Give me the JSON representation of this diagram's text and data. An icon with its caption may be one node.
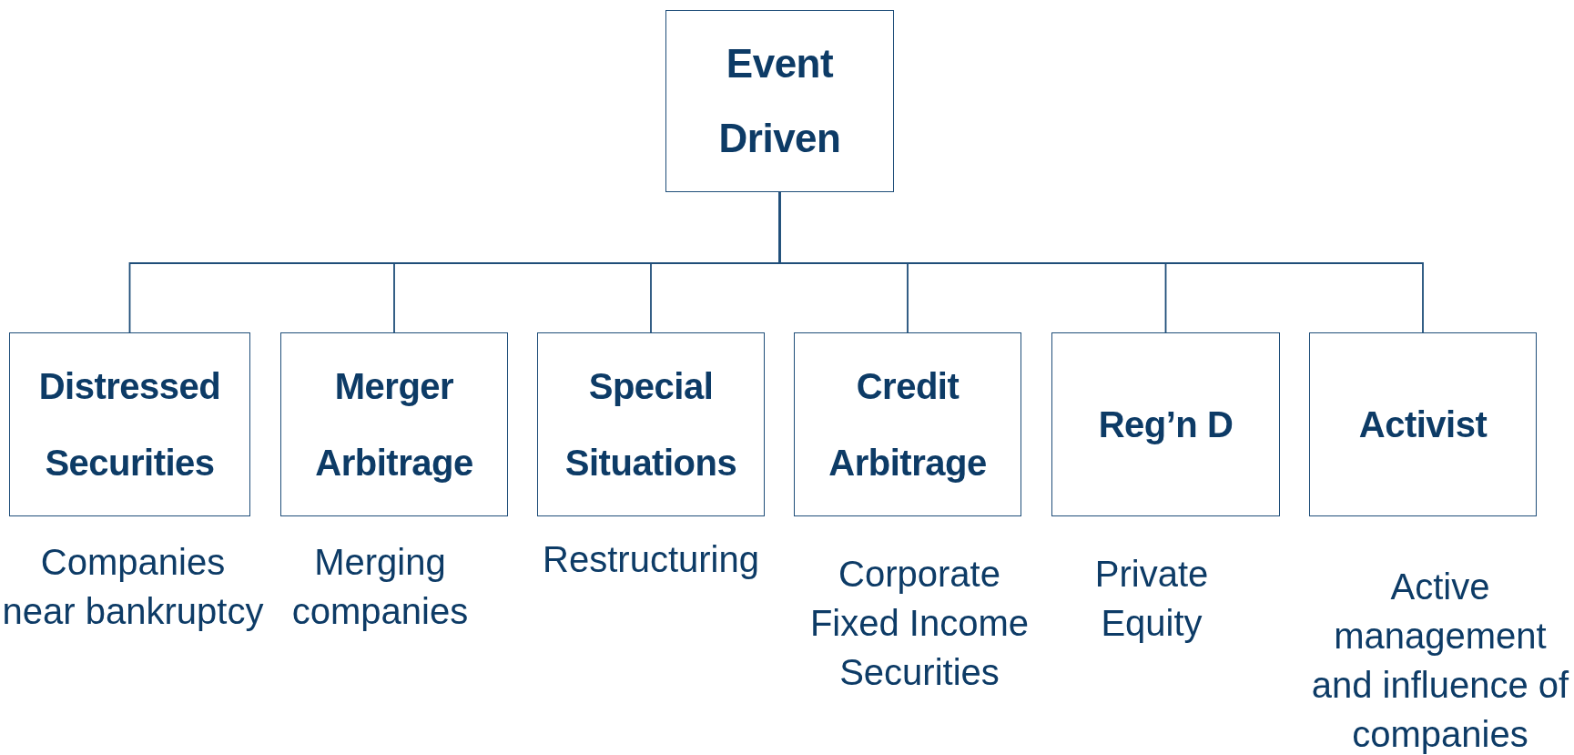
{
  "diagram": {
    "nodes": [
      {
        "text": [
          "Event Driven"
        ]
      },
      {
        "text": [
          "Distressed Securities"
        ],
        "beside": [
          "Companies near bankruptcy"
        ]
      },
      {
        "text": [
          "Merger Arbitrage"
        ],
        "beside": [
          "Merging companies"
        ]
      },
      {
        "text": [
          "Special Situations"
        ],
        "beside": [
          "Restructuring"
        ]
      },
      {
        "text": [
          "Credit Arbitrage"
        ],
        "beside": [
          "Corporate Fixed Income Securities"
        ]
      },
      {
        "text": [
          "Reg’n D"
        ],
        "beside": [
          "Private Equity"
        ]
      },
      {
        "text": [
          "Activist"
        ],
        "beside": [
          "Active management and influence of companies"
        ]
      }
    ],
    "edges": [
      {
        "from": 0,
        "to": 1,
        "arrow": "none"
      },
      {
        "from": 0,
        "to": 2,
        "arrow": "none"
      },
      {
        "from": 0,
        "to": 3,
        "arrow": "none"
      },
      {
        "from": 0,
        "to": 4,
        "arrow": "none"
      },
      {
        "from": 0,
        "to": 5,
        "arrow": "none"
      },
      {
        "from": 0,
        "to": 6,
        "arrow": "none"
      }
    ]
  }
}
